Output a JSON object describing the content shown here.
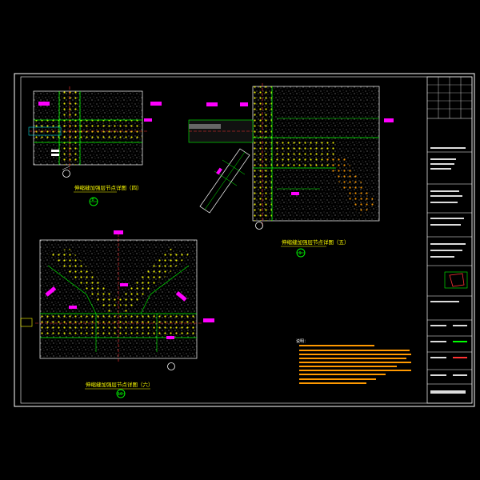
{
  "sheet": {
    "background": "#000000",
    "border_color": "#ffffff",
    "accent_yellow": "#ffff00",
    "accent_magenta": "#ff00ff",
    "accent_green": "#00ff00",
    "accent_red": "#ff3333",
    "accent_cyan": "#00ffff"
  },
  "details": [
    {
      "id": "detail-8",
      "title": "伸缩缝加强层节点详图（四）",
      "number": "8"
    },
    {
      "id": "detail-9",
      "title": "伸缩缝加强层节点详图（五）",
      "number": "9"
    },
    {
      "id": "detail-10",
      "title": "伸缩缝加强层节点详图（六）",
      "number": "10"
    }
  ],
  "notes": {
    "heading": "说明："
  }
}
